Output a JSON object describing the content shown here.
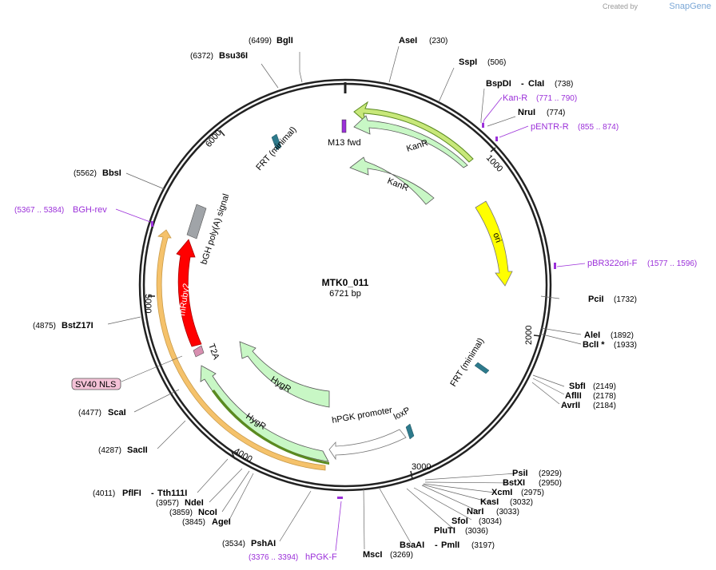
{
  "credit": {
    "prefix": "Created by",
    "brand": "SnapGene"
  },
  "plasmid": {
    "name": "MTK0_011",
    "size_label": "6721 bp"
  },
  "ticks": [
    "1000",
    "2000",
    "3000",
    "4000",
    "5000",
    "6000"
  ],
  "sites": {
    "asei": {
      "name": "AseI",
      "pos": "(230)"
    },
    "sspi": {
      "name": "SspI",
      "pos": "(506)"
    },
    "bspdi": {
      "name": "BspDI",
      "sep": "- ",
      "name2": "ClaI",
      "pos": "(738)"
    },
    "nrui": {
      "name": "NruI",
      "pos": "(774)"
    },
    "pcii": {
      "name": "PciI",
      "pos": "(1732)"
    },
    "alei": {
      "name": "AleI",
      "pos": "(1892)"
    },
    "bcli": {
      "name": "BclI *",
      "pos": "(1933)"
    },
    "sbfi": {
      "name": "SbfI",
      "pos": "(2149)"
    },
    "aflii": {
      "name": "AflII",
      "pos": "(2178)"
    },
    "avrii": {
      "name": "AvrII",
      "pos": "(2184)"
    },
    "psii": {
      "name": "PsiI",
      "pos": "(2929)"
    },
    "bstxi": {
      "name": "BstXI",
      "pos": "(2950)"
    },
    "xcmi": {
      "name": "XcmI",
      "pos": "(2975)"
    },
    "kasi": {
      "name": "KasI",
      "pos": "(3032)"
    },
    "nari": {
      "name": "NarI",
      "pos": "(3033)"
    },
    "sfoi": {
      "name": "SfoI",
      "pos": "(3034)"
    },
    "plui": {
      "name": "PluTI",
      "pos": "(3036)"
    },
    "bsaai": {
      "name": "BsaAI",
      "sep": "- ",
      "name2": "PmlI",
      "pos": "(3197)"
    },
    "msci": {
      "name": "MscI",
      "pos": "(3269)"
    },
    "pshai": {
      "name": "PshAI",
      "pos": "(3534)"
    },
    "agei": {
      "name": "AgeI",
      "pos": "(3845)"
    },
    "ncoi": {
      "name": "NcoI",
      "pos": "(3859)"
    },
    "ndei": {
      "name": "NdeI",
      "pos": "(3957)"
    },
    "pflfi": {
      "name": "PflFI",
      "sep": "- ",
      "name2": "Tth111I",
      "pos": "(4011)"
    },
    "sacii": {
      "name": "SacII",
      "pos": "(4287)"
    },
    "scai": {
      "name": "ScaI",
      "pos": "(4477)"
    },
    "bstz": {
      "name": "BstZ17I",
      "pos": "(4875)"
    },
    "bbsi": {
      "name": "BbsI",
      "pos": "(5562)"
    },
    "bsu36i": {
      "name": "Bsu36I",
      "pos": "(6372)"
    },
    "bgli": {
      "name": "BglI",
      "pos": "(6499)"
    }
  },
  "primers": {
    "kanr": {
      "name": "Kan-R",
      "range": "(771 .. 790)"
    },
    "pentr": {
      "name": "pENTR-R",
      "range": "(855 .. 874)"
    },
    "pbr": {
      "name": "pBR322ori-F",
      "range": "(1577 .. 1596)"
    },
    "hpgk": {
      "name": "hPGK-F",
      "range": "(3376 .. 3394)"
    },
    "bgh": {
      "name": "BGH-rev",
      "range": "(5367 .. 5384)"
    }
  },
  "features": {
    "kanr_outer": "KanR",
    "kanr_inner": "KanR",
    "ori": "ori",
    "frt_top": "FRT (minimal)",
    "frt_right": "FRT (minimal)",
    "m13": "M13 fwd",
    "hygr_inner": "HygR",
    "hygr_outer": "HygR",
    "hpgk_promoter": "hPGK promoter",
    "loxp": "loxP",
    "mruby": "mRuby2",
    "t2a": "T2A",
    "bgh": "bGH poly(A) signal",
    "sv40": "SV40 NLS"
  },
  "colors": {
    "backbone": "#222222",
    "marker_green": "#c8f7c5",
    "yellow": "#ffff00",
    "red": "#ff0000",
    "grey": "#a0a4a8",
    "teal": "#2d7a8c",
    "purple": "#9b30d9",
    "orange": "#f5c26b",
    "pink": "#f4c2d7"
  }
}
